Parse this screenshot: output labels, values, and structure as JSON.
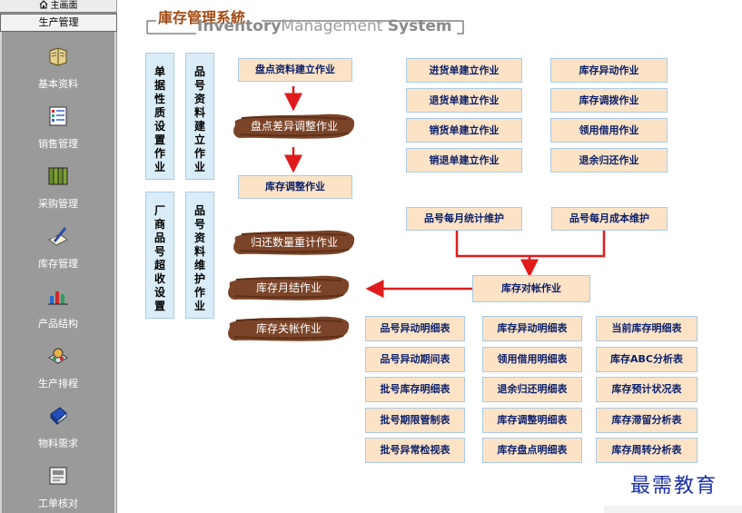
{
  "sidebar": {
    "home": "主画面",
    "category": "生产管理",
    "items": [
      {
        "label": "基本资料",
        "icon": "book-icon"
      },
      {
        "label": "销售管理",
        "icon": "checklist-icon"
      },
      {
        "label": "采购管理",
        "icon": "binders-icon"
      },
      {
        "label": "库存管理",
        "icon": "pen-paper-icon"
      },
      {
        "label": "产品结构",
        "icon": "bar-chart-icon"
      },
      {
        "label": "生产排程",
        "icon": "schedule-icon"
      },
      {
        "label": "物料需求",
        "icon": "blue-book-icon"
      },
      {
        "label": "工单核对",
        "icon": "device-icon"
      }
    ]
  },
  "title": {
    "cn": "庫存管理系統",
    "en_1": "Inventory",
    "en_2": "Management ",
    "en_3": "System"
  },
  "vertical": {
    "doc_setup": "单据性质设置作业",
    "item_master": "品号资料建立作业",
    "vendor_setup": "厂商品号超收设置",
    "item_maint": "品号资料维护作业"
  },
  "flow": {
    "count_create": "盘点资料建立作业",
    "count_diff": "盘点差异调整作业",
    "inv_adjust": "库存调整作业",
    "return_recalc": "归还数量重计作业",
    "monthly_close": "库存月结作业",
    "inv_close": "库存关帐作业",
    "reconcile": "库存对帐作业",
    "monthly_stats": "品号每月统计维护",
    "monthly_cost": "品号每月成本维护"
  },
  "docs": {
    "col1": [
      "进货单建立作业",
      "退货单建立作业",
      "销货单建立作业",
      "销退单建立作业"
    ],
    "col2": [
      "库存异动作业",
      "库存调拨作业",
      "领用借用作业",
      "退余归还作业"
    ]
  },
  "reports": [
    [
      "品号异动明细表",
      "库存异动明细表",
      "当前库存明细表"
    ],
    [
      "品号异动期间表",
      "领用借用明细表",
      "库存ABC分析表"
    ],
    [
      "批号库存明细表",
      "退余归还明细表",
      "库存预计状况表"
    ],
    [
      "批号期限管制表",
      "库存调整明细表",
      "库存滞留分析表"
    ],
    [
      "批号异常检视表",
      "库存盘点明细表",
      "库存周转分析表"
    ]
  ],
  "watermark": "最需教育",
  "colors": {
    "sidebar": "#9a9a9a",
    "button_fill": "#fde3c6",
    "button_text": "#0a1f6b",
    "vertical_fill": "#d9ecf8",
    "brush": "#7b4428",
    "arrow": "#e01b1b",
    "title": "#a34a14"
  }
}
